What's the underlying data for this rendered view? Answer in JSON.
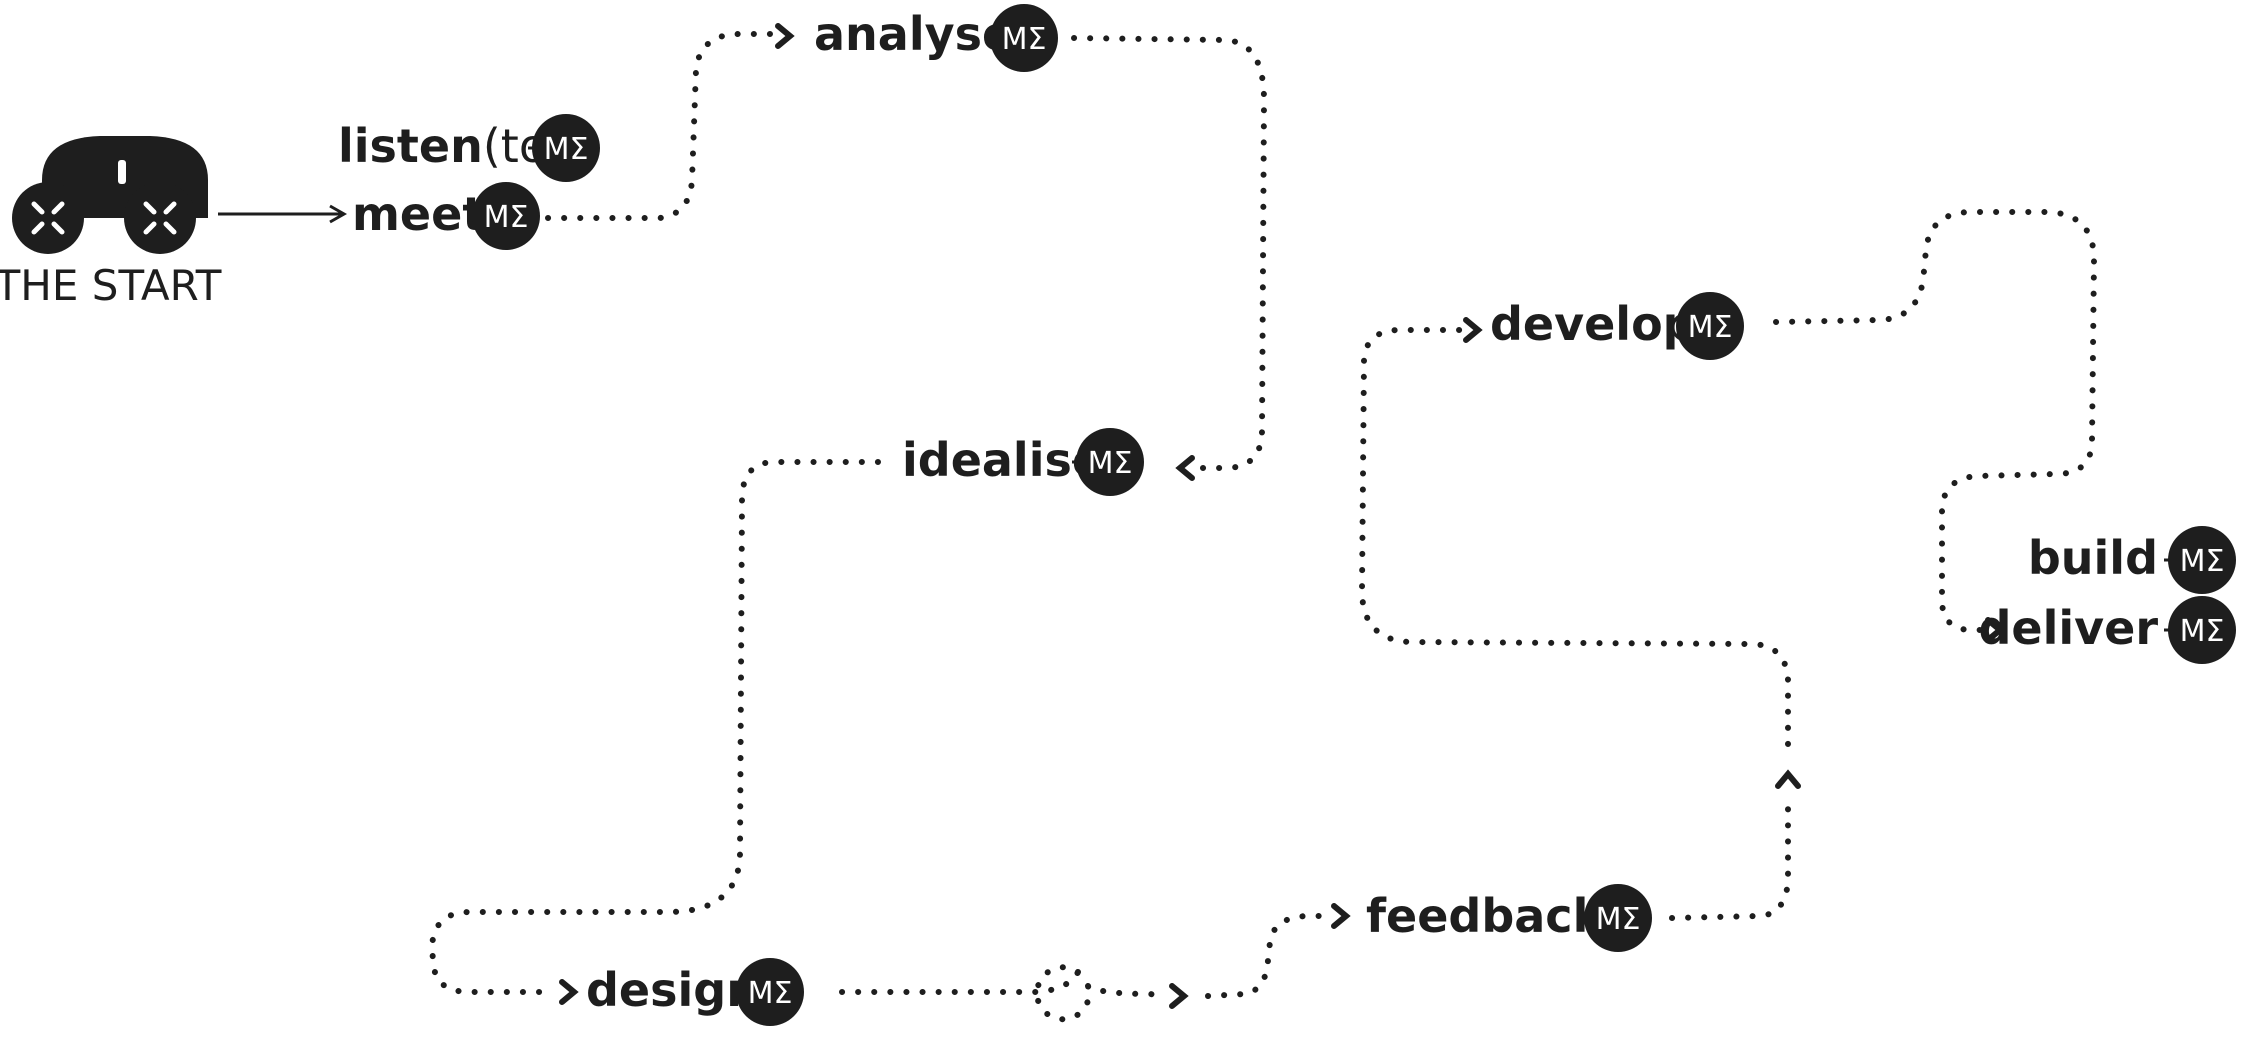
{
  "start": {
    "label": "THE START",
    "icon": "character-icon"
  },
  "badge": {
    "text": "ΜΣ",
    "color": "#1e1e1e",
    "text_color": "#ffffff"
  },
  "steps": {
    "listen": {
      "bold": "listen",
      "light": "(to)"
    },
    "meet": {
      "bold": "meet"
    },
    "analyse": {
      "bold": "analyse"
    },
    "idealise": {
      "bold": "idealise"
    },
    "design": {
      "bold": "design"
    },
    "feedback": {
      "bold": "feedback"
    },
    "develop": {
      "bold": "develop"
    },
    "build": {
      "bold": "build"
    },
    "deliver": {
      "bold": "deliver"
    }
  },
  "colors": {
    "ink": "#1e1e1e",
    "background": "#ffffff"
  }
}
